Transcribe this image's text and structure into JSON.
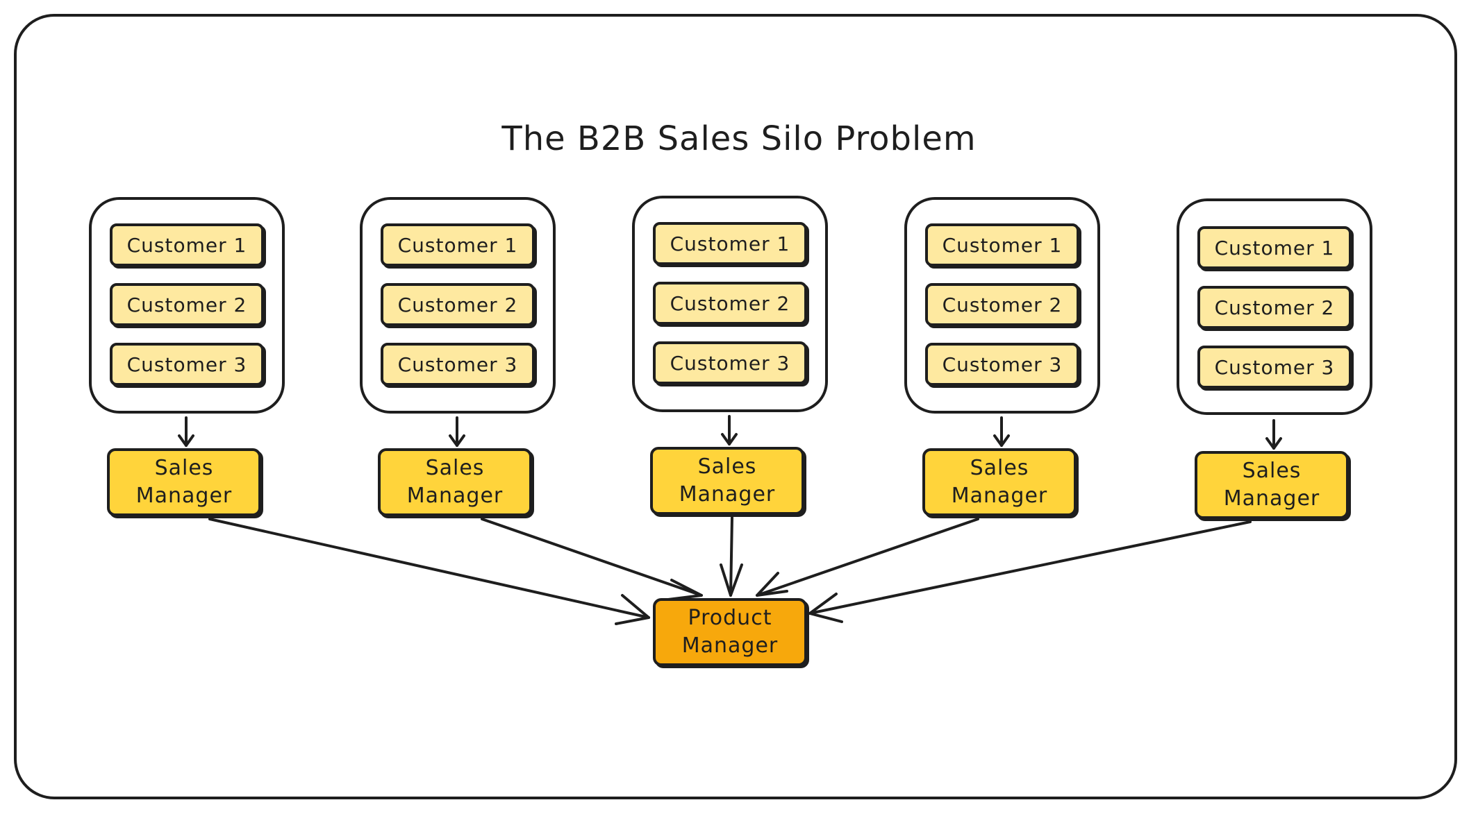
{
  "title": "The B2B Sales Silo Problem",
  "colors": {
    "customer_fill": "#fee9a0",
    "sales_manager_fill": "#ffd43b",
    "product_manager_fill": "#f7a80c",
    "stroke": "#1e1e1e"
  },
  "groups": [
    {
      "customers": [
        "Customer 1",
        "Customer 2",
        "Customer 3"
      ],
      "manager": "Sales\nManager"
    },
    {
      "customers": [
        "Customer 1",
        "Customer 2",
        "Customer 3"
      ],
      "manager": "Sales\nManager"
    },
    {
      "customers": [
        "Customer 1",
        "Customer 2",
        "Customer 3"
      ],
      "manager": "Sales\nManager"
    },
    {
      "customers": [
        "Customer 1",
        "Customer 2",
        "Customer 3"
      ],
      "manager": "Sales\nManager"
    },
    {
      "customers": [
        "Customer 1",
        "Customer 2",
        "Customer 3"
      ],
      "manager": "Sales\nManager"
    }
  ],
  "product_manager": "Product\nManager"
}
